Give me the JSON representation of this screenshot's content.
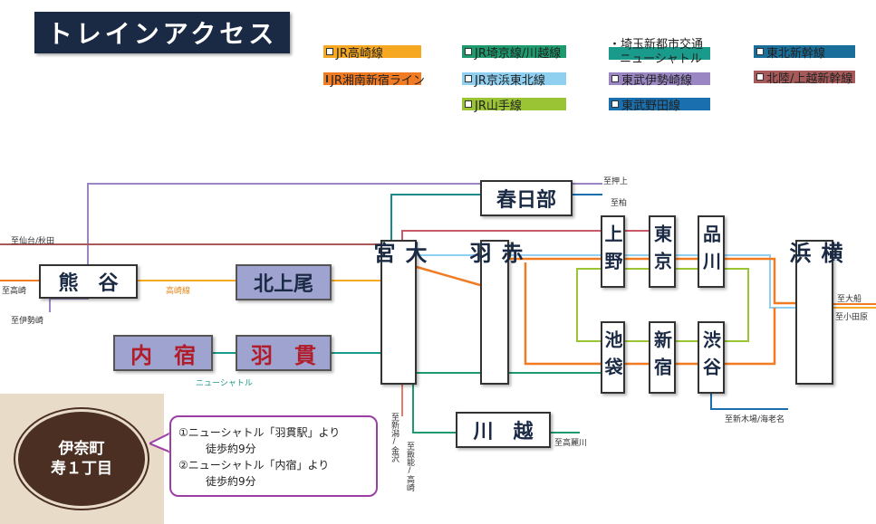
{
  "title": "トレインアクセス",
  "legend": [
    {
      "label": "JR高崎線",
      "color": "#f7a823"
    },
    {
      "label": "JR湘南新宿ライン",
      "color": "#f07b23"
    },
    {
      "label": "JR埼京線/川越線",
      "color": "#1e9a6f"
    },
    {
      "label": "JR京浜東北線",
      "color": "#8fcff0"
    },
    {
      "label": "JR山手線",
      "color": "#9ac434"
    },
    {
      "label1": "埼玉新都市交通",
      "label2": "ニューシャトル",
      "color": "#1a9a8a"
    },
    {
      "label": "東武伊勢崎線",
      "color": "#9a86c2"
    },
    {
      "label": "東武野田線",
      "color": "#1a6fae"
    },
    {
      "label": "東北新幹線",
      "color": "#1a6e9a"
    },
    {
      "label": "北陸/上越新幹線",
      "color": "#a85a5a"
    }
  ],
  "stations": {
    "kumagaya": "熊　谷",
    "kitaageo": "北上尾",
    "naijuku": "内　宿",
    "hanuki": "羽　貫",
    "omiya": "大宮",
    "kasukabe": "春日部",
    "akabane": "赤羽",
    "kawagoe": "川　越",
    "ueno": "上野",
    "tokyo": "東京",
    "shinagawa": "品川",
    "ikebukuro": "池袋",
    "shinjuku": "新宿",
    "shibuya": "渋谷",
    "yokohama": "横浜"
  },
  "labels": {
    "oshiage": "至押上",
    "kashiwa": "至柏",
    "sendai": "至仙台/秋田",
    "takasaki": "至高崎",
    "isesaki": "至伊勢崎",
    "takasaki_line": "高崎線",
    "new_shuttle": "ニューシャトル",
    "niigata": "至新潟/金沢",
    "hanno": "至飯能/高崎",
    "komagawa": "至高麗川",
    "ofuna": "至大船",
    "odawara": "至小田原",
    "shinkiba": "至新木場/海老名"
  },
  "address": {
    "line1": "伊奈町",
    "line2": "寿１丁目"
  },
  "callout": {
    "line1": "①ニューシャトル「羽貫駅」より",
    "line2": "徒歩約9分",
    "line3": "②ニューシャトル「内宿」より",
    "line4": "徒歩約9分"
  }
}
